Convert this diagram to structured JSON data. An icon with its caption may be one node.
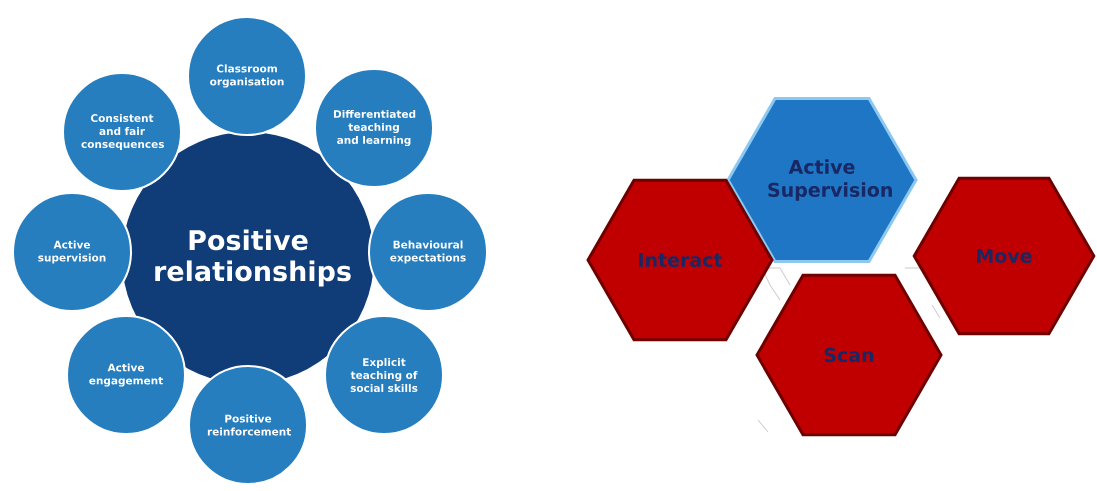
{
  "diagram": {
    "nodes": [
      {
        "text": [
          "Positive relationships"
        ]
      },
      {
        "text": [
          "Classroom organisation"
        ]
      },
      {
        "text": [
          "Differentiated teaching and learning"
        ]
      },
      {
        "text": [
          "Behavioural expectations"
        ]
      },
      {
        "text": [
          "Explicit teaching of social skills"
        ]
      },
      {
        "text": [
          "Positive reinforcement"
        ]
      },
      {
        "text": [
          "Active engagement"
        ]
      },
      {
        "text": [
          "Active supervision"
        ]
      },
      {
        "text": [
          "Consistent and fair consequences"
        ]
      },
      {
        "text": [
          "Active Supervision"
        ]
      },
      {
        "text": [
          "Interact"
        ]
      },
      {
        "text": [
          "Move"
        ]
      },
      {
        "text": [
          "Scan"
        ]
      }
    ]
  }
}
